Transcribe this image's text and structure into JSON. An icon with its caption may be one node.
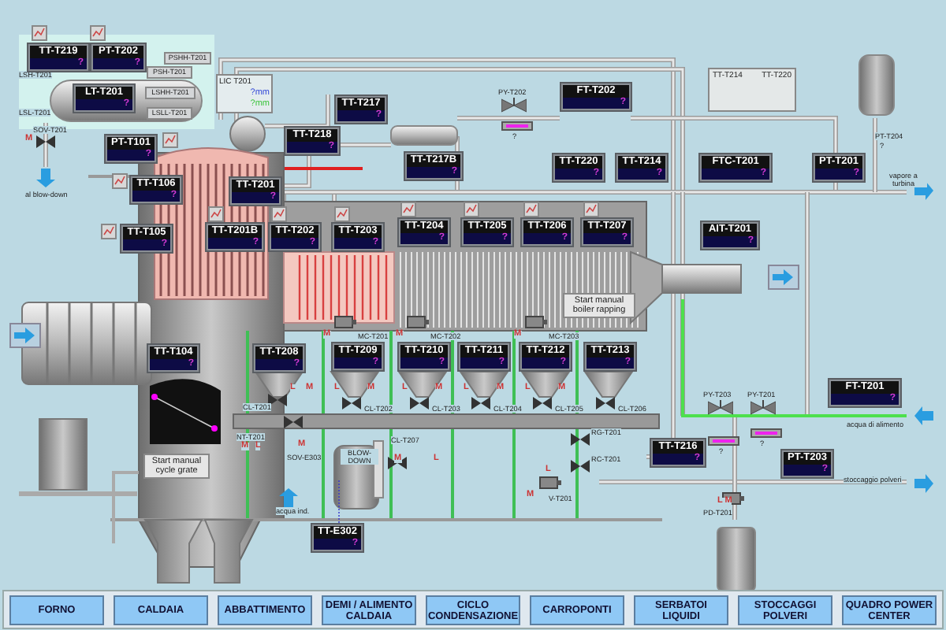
{
  "diagram": {
    "nodes": [
      {
        "text": [
          "TT-T219",
          "?"
        ]
      },
      {
        "text": [
          "PT-T202",
          "?"
        ]
      },
      {
        "text": [
          "LT-T201",
          "?"
        ]
      },
      {
        "text": [
          "PSHH-T201"
        ]
      },
      {
        "text": [
          "PSH-T201"
        ]
      },
      {
        "text": [
          "LSHH-T201"
        ]
      },
      {
        "text": [
          "LSLL-T201"
        ]
      },
      {
        "text": [
          "LIC T201",
          "?mm",
          "?mm"
        ]
      },
      {
        "text": [
          "PT-T101",
          "?"
        ]
      },
      {
        "text": [
          "TT-T106",
          "?"
        ]
      },
      {
        "text": [
          "TT-T105",
          "?"
        ]
      },
      {
        "text": [
          "TT-T218",
          "?"
        ]
      },
      {
        "text": [
          "TT-T217",
          "?"
        ]
      },
      {
        "text": [
          "TT-T217B",
          "?"
        ]
      },
      {
        "text": [
          "TT-T201",
          "?"
        ]
      },
      {
        "text": [
          "TT-T201B",
          "?"
        ]
      },
      {
        "text": [
          "TT-T202",
          "?"
        ]
      },
      {
        "text": [
          "TT-T203",
          "?"
        ]
      },
      {
        "text": [
          "TT-T204",
          "?"
        ]
      },
      {
        "text": [
          "TT-T205",
          "?"
        ]
      },
      {
        "text": [
          "TT-T206",
          "?"
        ]
      },
      {
        "text": [
          "TT-T207",
          "?"
        ]
      },
      {
        "text": [
          "FT-T202",
          "?"
        ]
      },
      {
        "text": [
          "TT-T220",
          "?"
        ]
      },
      {
        "text": [
          "TT-T214",
          "?"
        ]
      },
      {
        "text": [
          "TT-T214",
          "TT-T220"
        ]
      },
      {
        "text": [
          "FTC-T201",
          "?"
        ]
      },
      {
        "text": [
          "PT-T201",
          "?"
        ]
      },
      {
        "text": [
          "AIT-T201",
          "?"
        ]
      },
      {
        "text": [
          "TT-T104",
          "?"
        ]
      },
      {
        "text": [
          "TT-T208",
          "?"
        ]
      },
      {
        "text": [
          "TT-T209",
          "?"
        ]
      },
      {
        "text": [
          "TT-T210",
          "?"
        ]
      },
      {
        "text": [
          "TT-T211",
          "?"
        ]
      },
      {
        "text": [
          "TT-T212",
          "?"
        ]
      },
      {
        "text": [
          "TT-T213",
          "?"
        ]
      },
      {
        "text": [
          "TT-T216",
          "?"
        ]
      },
      {
        "text": [
          "FT-T201",
          "?"
        ]
      },
      {
        "text": [
          "PT-T203",
          "?"
        ]
      },
      {
        "text": [
          "TT-E302",
          "?"
        ]
      },
      {
        "text": [
          "Start manual cycle grate"
        ]
      },
      {
        "text": [
          "Start manual boiler rapping"
        ]
      },
      {
        "text": [
          "FORNO"
        ]
      },
      {
        "text": [
          "CALDAIA"
        ]
      },
      {
        "text": [
          "ABBATTIMENTO"
        ]
      },
      {
        "text": [
          "DEMI / ALIMENTO CALDAIA"
        ]
      },
      {
        "text": [
          "CICLO CONDENSAZIONE"
        ]
      },
      {
        "text": [
          "CARROPONTI"
        ]
      },
      {
        "text": [
          "SERBATOI LIQUIDI"
        ]
      },
      {
        "text": [
          "STOCCAGGI POLVERI"
        ]
      },
      {
        "text": [
          "QUADRO POWER CENTER"
        ]
      }
    ],
    "labels": [
      "LSH-T201",
      "LSL-T201",
      "SOV-T201",
      "M",
      "al blow-down",
      "PY-T202",
      "?",
      "PT-T204",
      "?",
      "vapore a turbina",
      "M",
      "MC-T201",
      "M",
      "MC-T202",
      "M",
      "MC-T203",
      "CL-T201",
      "L",
      "M",
      "CL-T202",
      "L",
      "M",
      "CL-T203",
      "L",
      "M",
      "CL-T204",
      "L",
      "M",
      "CL-T205",
      "L",
      "M",
      "CL-T206",
      "NT-T201",
      "M",
      "L",
      "M",
      "SOV-E303",
      "BLOW-DOWN",
      "CL-T207",
      "M",
      "L",
      "RG-T201",
      "RC-T201",
      "L",
      "M",
      "V-T201",
      "PY-T203",
      "PY-T201",
      "?",
      "?",
      "acqua di alimento",
      "acqua ind.",
      "stoccaggio polveri",
      "L M",
      "PD-T201"
    ]
  }
}
